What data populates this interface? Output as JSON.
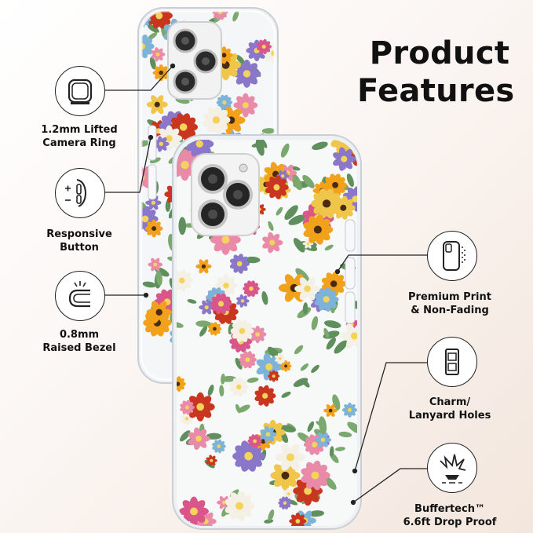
{
  "heading": {
    "line1": "Product",
    "line2": "Features"
  },
  "features": [
    {
      "line1": "1.2mm Lifted",
      "line2": "Camera Ring",
      "icon": "camera-ring-icon"
    },
    {
      "line1": "Responsive",
      "line2": "Button",
      "icon": "button-press-icon"
    },
    {
      "line1": "0.8mm",
      "line2": "Raised Bezel",
      "icon": "bezel-icon"
    },
    {
      "line1": "Premium Print",
      "line2": "& Non-Fading",
      "icon": "phone-print-icon"
    },
    {
      "line1": "Charm/",
      "line2": "Lanyard Holes",
      "icon": "lanyard-hole-icon"
    },
    {
      "line1": "Buffertech™",
      "line2": "6.6ft Drop Proof",
      "icon": "drop-impact-icon"
    }
  ],
  "colors": {
    "line": "#222222",
    "case_clear": "#e9edf0",
    "flower_red": "#c8361f",
    "flower_yellow": "#f1a21a",
    "flower_pink": "#e98aa8",
    "flower_purple": "#8a77c9",
    "leaf_green": "#5f8f5c"
  }
}
